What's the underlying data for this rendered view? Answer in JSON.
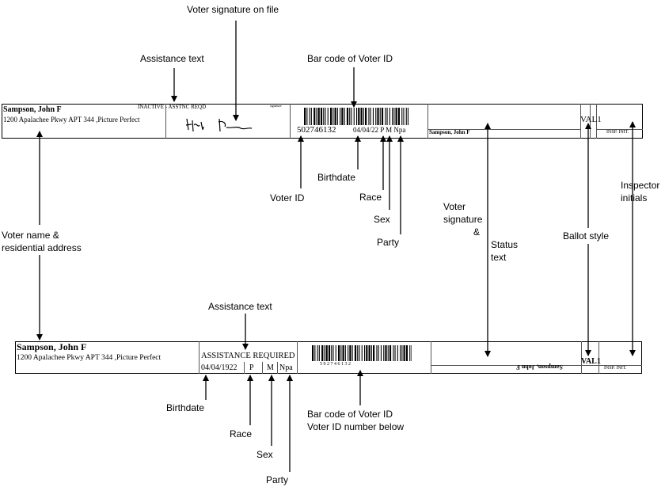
{
  "voter": {
    "name": "Sampson, John F",
    "address": "1200 Apalachee Pkwy APT 344 ,Picture Perfect"
  },
  "card_top": {
    "status": "INACTIVE - ASSTNC REQD",
    "sig_header": "signature",
    "voter_id": "502746132",
    "info": "04/04/22 P M Npa",
    "name_small": "Sampson, John F",
    "ballot_style": "VAL1",
    "insp_init": "INSP. INIT."
  },
  "card_bottom": {
    "assistance": "ASSISTANCE REQUIRED",
    "birthdate": "04/04/1922",
    "race": "P",
    "sex": "M",
    "party": "Npa",
    "voter_id_digits": "5 0 2 7 4 6 1 3 2",
    "name_upside": "Sampson, John F",
    "ballot_style": "VAL1",
    "insp_init": "INSP. INIT."
  },
  "labels": {
    "voter_signature_on_file": "Voter signature on file",
    "assistance_text_top": "Assistance text",
    "bar_code_top": "Bar code of Voter ID",
    "birthdate_top": "Birthdate",
    "voter_id": "Voter ID",
    "race_top": "Race",
    "sex_top": "Sex",
    "party_top": "Party",
    "voter_signature_line1": "Voter",
    "voter_signature_line2": "signature",
    "voter_signature_line3": "&",
    "status_line1": "Status",
    "status_line2": "text",
    "inspector_line1": "Inspector",
    "inspector_line2": "initials",
    "ballot_style": "Ballot style",
    "name_address_line1": "Voter name &",
    "name_address_line2": "residential address",
    "assistance_text_bottom": "Assistance text",
    "birthdate_bottom": "Birthdate",
    "race_bottom": "Race",
    "sex_bottom": "Sex",
    "party_bottom": "Party",
    "bar_code_bottom_line1": "Bar code of Voter ID",
    "bar_code_bottom_line2": "Voter ID number below"
  }
}
